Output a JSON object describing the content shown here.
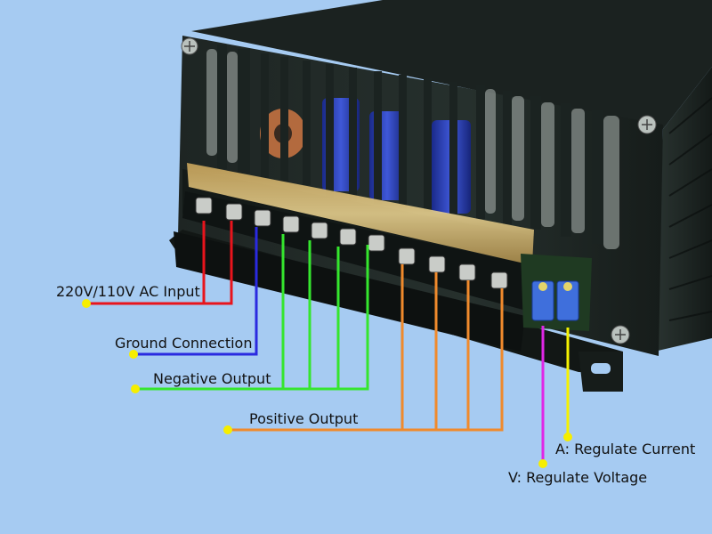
{
  "labels": {
    "ac_input": "220V/110V AC Input",
    "ground": "Ground Connection",
    "negative_output": "Negative Output",
    "positive_output": "Positive Output",
    "regulate_current": "A: Regulate Current",
    "regulate_voltage": "V: Regulate Voltage"
  },
  "colors": {
    "background": "#a6cbf2",
    "ac_wire": "#e8141c",
    "ground_wire": "#2a2ae0",
    "negative_wire": "#35e62e",
    "positive_wire": "#f08a2c",
    "current_wire": "#f6f200",
    "voltage_wire": "#e026e6",
    "endpoint_dot": "#f6ee00"
  },
  "terminal_count": 11
}
